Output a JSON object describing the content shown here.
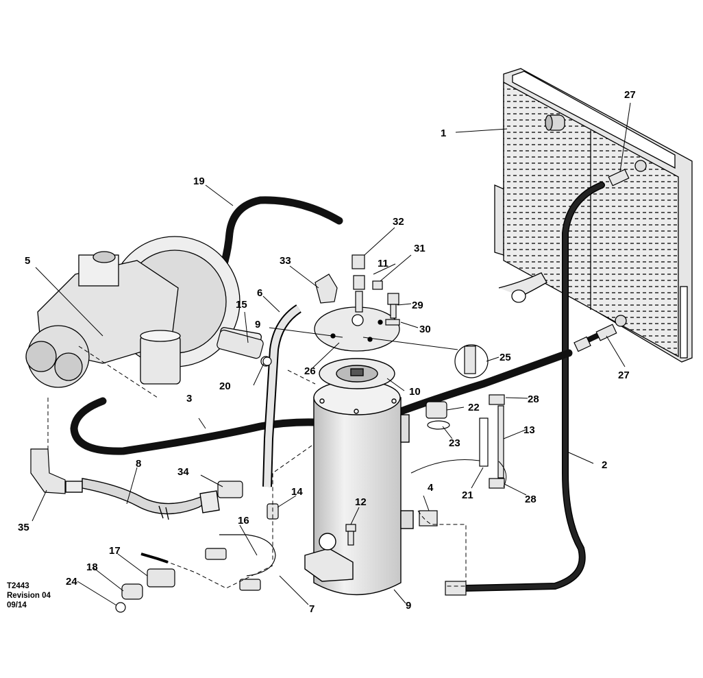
{
  "drawing": {
    "id": "T2443",
    "revision": "Revision 04",
    "date": "09/14"
  },
  "callouts": [
    "1",
    "2",
    "3",
    "4",
    "5",
    "6",
    "7",
    "8",
    "9",
    "9",
    "10",
    "11",
    "12",
    "13",
    "14",
    "15",
    "16",
    "17",
    "18",
    "19",
    "20",
    "21",
    "22",
    "23",
    "24",
    "25",
    "26",
    "27",
    "27",
    "28",
    "28",
    "29",
    "30",
    "31",
    "32",
    "33",
    "34",
    "35"
  ],
  "colors": {
    "ink": "#000000",
    "paper": "#ffffff",
    "panel": "#e6e6e6",
    "metal": "#d9d9d9",
    "hose": "#1a1a1a"
  }
}
